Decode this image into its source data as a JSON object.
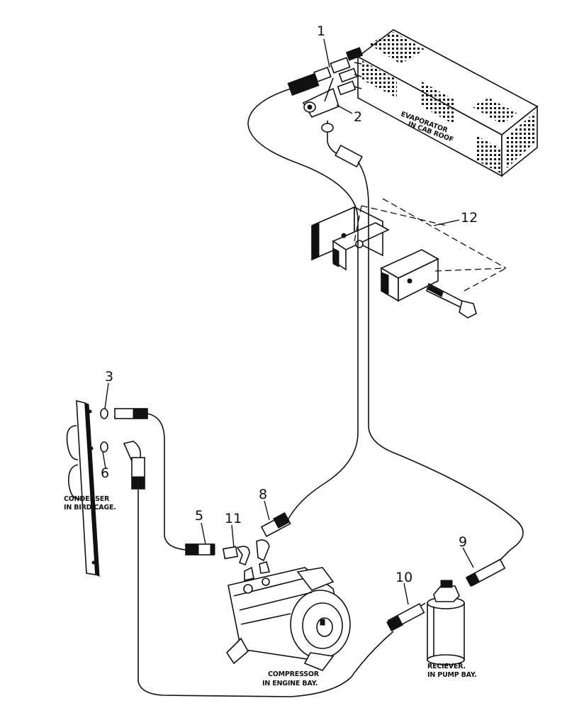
{
  "callouts": {
    "c1": "1",
    "c2": "2",
    "c3": "3",
    "c5": "5",
    "c6": "6",
    "c8": "8",
    "c9": "9",
    "c10": "10",
    "c11": "11",
    "c12": "12"
  },
  "labels": {
    "evaporator_l1": "EVAPORATOR",
    "evaporator_l2": "IN CAB ROOF",
    "condenser_l1": "CONDENSER",
    "condenser_l2": "IN BIRD CAGE.",
    "compressor_l1": "COMPRESSOR",
    "compressor_l2": "IN ENGINE BAY.",
    "receiver_l1": "RECIEVER.",
    "receiver_l2": "IN PUMP BAY."
  }
}
